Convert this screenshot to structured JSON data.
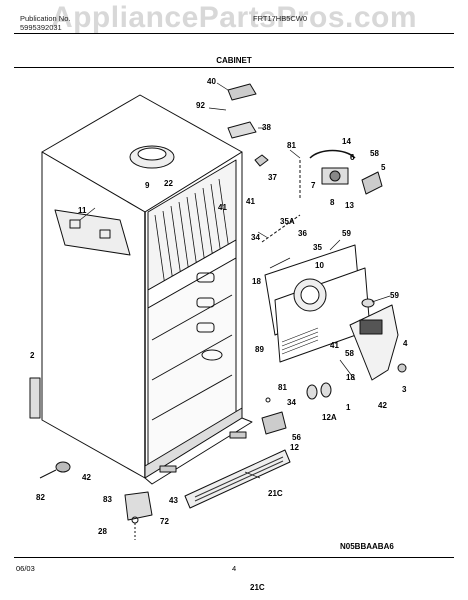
{
  "watermark": "AppliancePartsPros.com",
  "header": {
    "pub_label": "Publication No.",
    "pub_number": "5995392031",
    "model": "FRT17HB5CW0",
    "section": "CABINET"
  },
  "diagram_code": "N05BBAABA6",
  "footer": {
    "date": "06/03",
    "page": "4"
  },
  "callouts": [
    "40",
    "92",
    "38",
    "81",
    "14",
    "6",
    "58",
    "37",
    "5",
    "7",
    "8",
    "13",
    "9",
    "22",
    "41",
    "41",
    "34",
    "35A",
    "36",
    "35",
    "59",
    "10",
    "18",
    "59",
    "11",
    "41",
    "58",
    "4",
    "3",
    "2",
    "89",
    "18",
    "81",
    "34",
    "56",
    "42",
    "1",
    "12A",
    "12",
    "42",
    "82",
    "83",
    "43",
    "21C",
    "72",
    "28",
    "21C"
  ],
  "colors": {
    "ink": "#111111",
    "grille": "#333333"
  }
}
